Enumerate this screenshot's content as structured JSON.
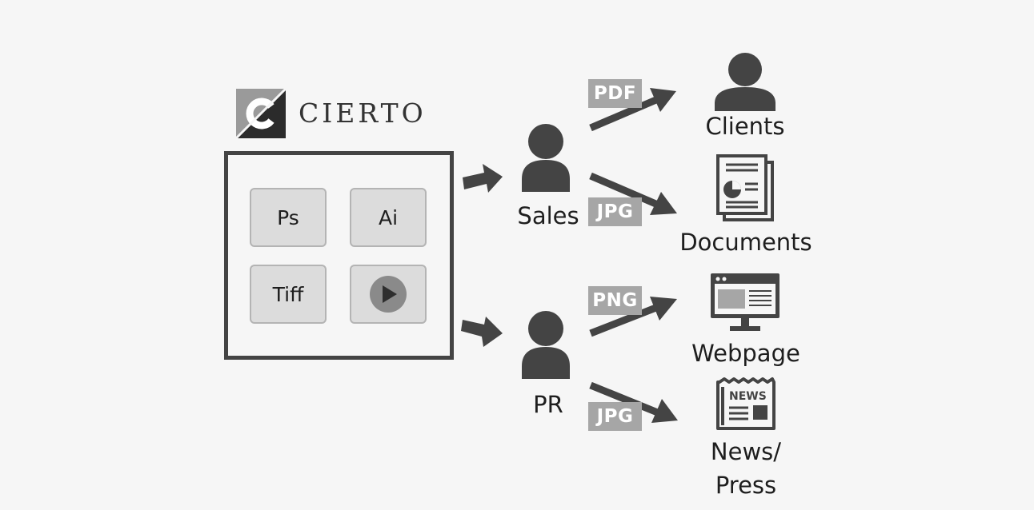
{
  "logo": {
    "wordmark": "CIERTO",
    "mark_text": "C"
  },
  "assets": {
    "tiles": [
      {
        "label": "Ps"
      },
      {
        "label": "Ai"
      },
      {
        "label": "Tiff"
      },
      {
        "label": "",
        "icon": "play-icon"
      }
    ]
  },
  "departments": [
    {
      "label": "Sales",
      "icon": "user-icon"
    },
    {
      "label": "PR",
      "icon": "user-icon"
    }
  ],
  "format_badges": [
    "PDF",
    "JPG",
    "PNG",
    "JPG"
  ],
  "destinations": [
    {
      "label": "Clients",
      "icon": "client-user-icon"
    },
    {
      "label": "Documents",
      "icon": "document-chart-icon"
    },
    {
      "label": "Webpage",
      "icon": "monitor-webpage-icon"
    },
    {
      "label_line1": "News/",
      "label_line2": "Press",
      "icon": "newspaper-icon"
    }
  ],
  "newspaper_icon_text": "NEWS",
  "colors": {
    "background": "#f6f6f6",
    "dark": "#444444",
    "badge": "#a6a6a6",
    "tile": "#dcdcdc",
    "tile_border": "#b4b4b4",
    "text": "#1e1e1e"
  }
}
